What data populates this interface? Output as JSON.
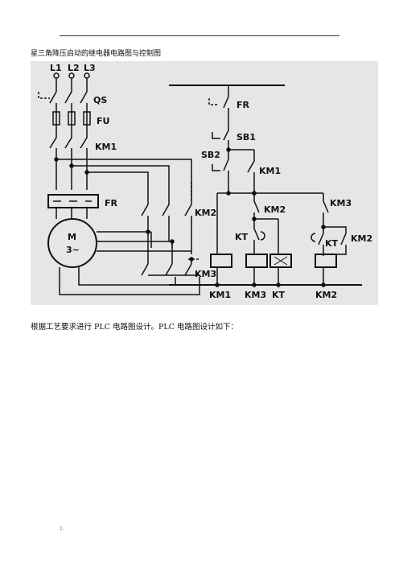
{
  "header": {
    "mark": "."
  },
  "caption": "星三角降压启动的继电器电路图与控制图",
  "diagram": {
    "phases": [
      "L1",
      "L2",
      "L3"
    ],
    "labels": {
      "qs": "QS",
      "fu": "FU",
      "km1_main": "KM1",
      "fr_main": "FR",
      "motor": "M",
      "motor_type": "3~",
      "km2_main": "KM2",
      "km3_main": "KM3",
      "fr_ctrl": "FR",
      "sb1": "SB1",
      "sb2": "SB2",
      "km1_aux": "KM1",
      "km2_aux": "KM2",
      "km3_aux": "KM3",
      "kt_left": "KT",
      "kt_right": "KT",
      "km2_right": "KM2",
      "coil_km1": "KM1",
      "coil_km3": "KM3",
      "coil_kt": "KT",
      "coil_km2": "KM2"
    }
  },
  "body_text": "根据工艺要求进行 PLC 电路图设计。PLC 电路图设计如下：",
  "footer": {
    "mark": "1-"
  }
}
